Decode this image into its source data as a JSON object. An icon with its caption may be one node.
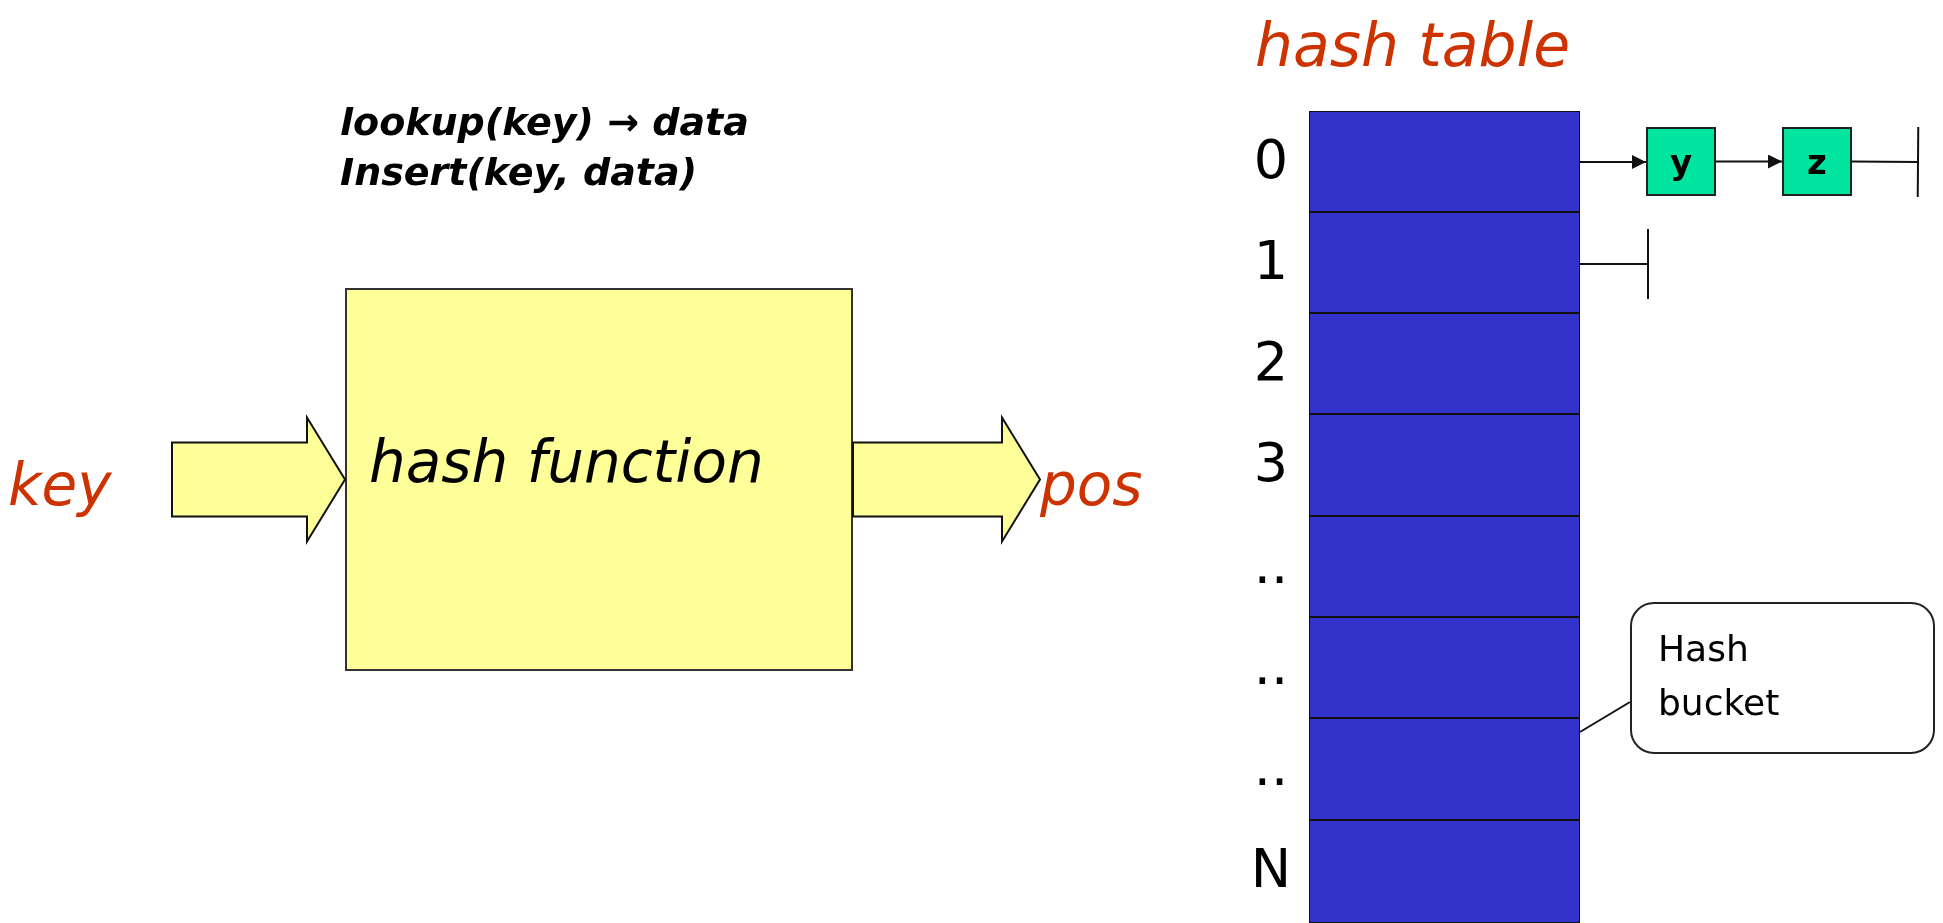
{
  "diagram": {
    "nodes": [
      {
        "text": [
          "key"
        ]
      },
      {
        "text": [
          "hash function"
        ]
      },
      {
        "text": [
          "pos"
        ]
      },
      {
        "text": [
          "hash table"
        ]
      },
      {
        "text": [],
        "shape": "box",
        "in": 3,
        "beside": [
          "0"
        ]
      },
      {
        "text": [],
        "shape": "box",
        "in": 3,
        "beside": [
          "1"
        ]
      },
      {
        "text": [],
        "shape": "box",
        "in": 3,
        "beside": [
          "2"
        ]
      },
      {
        "text": [],
        "shape": "box",
        "in": 3,
        "beside": [
          "3"
        ]
      },
      {
        "text": [],
        "shape": "box",
        "in": 3,
        "beside": [
          ".."
        ]
      },
      {
        "text": [],
        "shape": "box",
        "in": 3,
        "beside": [
          ".."
        ]
      },
      {
        "text": [],
        "shape": "box",
        "in": 3,
        "beside": [
          ".."
        ]
      },
      {
        "text": [],
        "shape": "box",
        "in": 3,
        "beside": [
          "N"
        ]
      },
      {
        "text": [
          "y"
        ]
      },
      {
        "text": [
          "z"
        ]
      },
      {
        "text": [
          "Hash bucket"
        ]
      }
    ],
    "edges": [
      {
        "from": 0,
        "to": 1,
        "arrow": "to"
      },
      {
        "from": 1,
        "to": 2,
        "arrow": "to"
      },
      {
        "from": 4,
        "to": 12,
        "arrow": "to"
      },
      {
        "from": 12,
        "to": 13,
        "arrow": "to"
      },
      {
        "from": 13,
        "to": null,
        "arrow": "other"
      },
      {
        "from": 5,
        "to": null,
        "arrow": "other"
      },
      {
        "from": 14,
        "to": 10,
        "arrow": "none"
      }
    ],
    "labels": [
      "lookup(key) → data",
      "Insert(key, data)"
    ]
  }
}
